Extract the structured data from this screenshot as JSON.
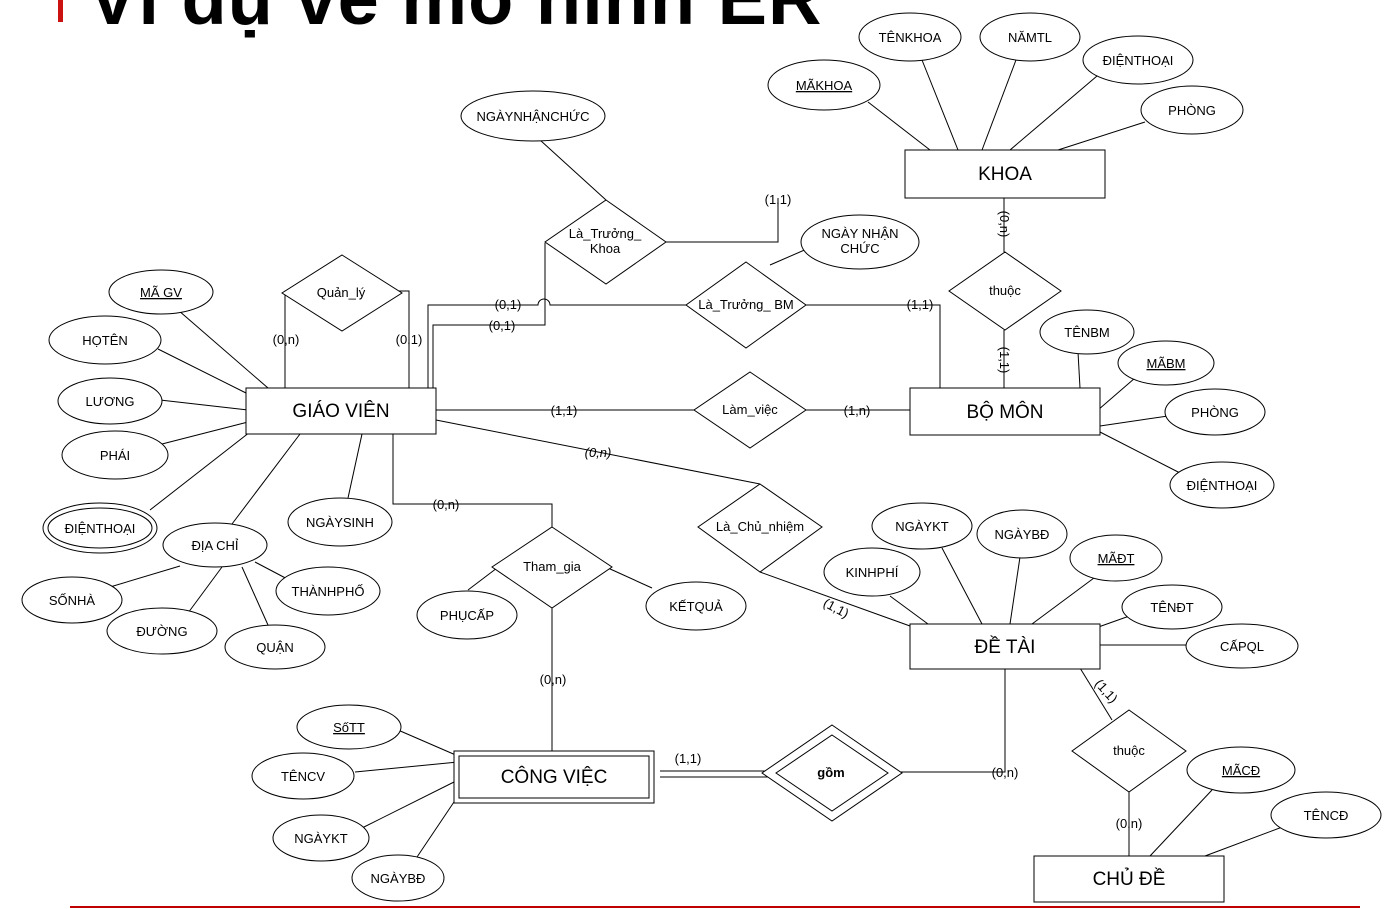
{
  "title": "Ví dụ về mô hình ER",
  "entities": {
    "khoa": "KHOA",
    "bo_mon": "BỘ MÔN",
    "giao_vien": "GIÁO VIÊN",
    "de_tai": "ĐỀ TÀI",
    "cong_viec": "CÔNG VIỆC",
    "chu_de": "CHỦ ĐỀ"
  },
  "relationships": {
    "quan_ly": "Quản_lý",
    "la_truong_khoa_1": "Là_Trưởng_",
    "la_truong_khoa_2": "Khoa",
    "la_truong_bm": "Là_Trưởng_ BM",
    "thuoc_khoa": "thuộc",
    "lam_viec": "Làm_việc",
    "la_chu_nhiem": "Là_Chủ_nhiệm",
    "tham_gia": "Tham_gia",
    "gom": "gồm",
    "thuoc_chude": "thuộc"
  },
  "attributes": {
    "khoa_ma": "MÃKHOA",
    "khoa_ten": "TÊNKHOA",
    "khoa_namtl": "NĂMTL",
    "khoa_dienthoai": "ĐIỆNTHOẠI",
    "khoa_phong": "PHÒNG",
    "ngaynhanchuc": "NGÀYNHẬNCHỨC",
    "ngaynhan_1": "NGÀY NHẬN",
    "ngaynhan_2": "CHỨC",
    "bm_ten": "TÊNBM",
    "bm_ma": "MÃBM",
    "bm_phong": "PHÒNG",
    "bm_dienthoai": "ĐIỆNTHOẠI",
    "gv_ma": "MÃ GV",
    "gv_hoten": "HỌTÊN",
    "gv_luong": "LƯƠNG",
    "gv_phai": "PHÁI",
    "gv_dienthoai": "ĐIỆNTHOẠI",
    "gv_ngaysinh": "NGÀYSINH",
    "gv_diachi": "ĐỊA CHỈ",
    "dc_sonha": "SỐNHÀ",
    "dc_duong": "ĐƯỜNG",
    "dc_quan": "QUẬN",
    "dc_thanhpho": "THÀNHPHỐ",
    "tg_phucap": "PHỤCẤP",
    "tg_ketqua": "KẾTQUẢ",
    "dt_ngaykt": "NGÀYKT",
    "dt_ngaybd": "NGÀYBĐ",
    "dt_ma": "MÃĐT",
    "dt_kinhphi": "KINHPHÍ",
    "dt_ten": "TÊNĐT",
    "dt_capql": "CẤPQL",
    "cv_stt": "SốTT",
    "cv_ten": "TÊNCV",
    "cv_ngaykt": "NGÀYKT",
    "cv_ngaybd": "NGÀYBĐ",
    "cd_ma": "MÃCĐ",
    "cd_ten": "TÊNCĐ"
  },
  "cardinalities": {
    "ql_a": "(0,n)",
    "ql_b": "(0,1)",
    "lbm_gv1": "(0,1)",
    "lbm_gv2": "(0,1)",
    "ltk_khoa": "(1,1)",
    "lbm_bm": "(1,1)",
    "thuoc_khoa": "(0,n)",
    "thuoc_bm": "(1,1)",
    "lv_gv": "(1,1)",
    "lv_bm": "(1,n)",
    "lcn_gv": "(0,n)",
    "lcn_dt": "(1,1)",
    "tg_gv": "(0,n)",
    "tg_cv": "(0,n)",
    "gom_cv": "(1,1)",
    "gom_dt": "(0,n)",
    "thuoc_dt": "(1,1)",
    "thuoc_cd": "(0,n)"
  }
}
